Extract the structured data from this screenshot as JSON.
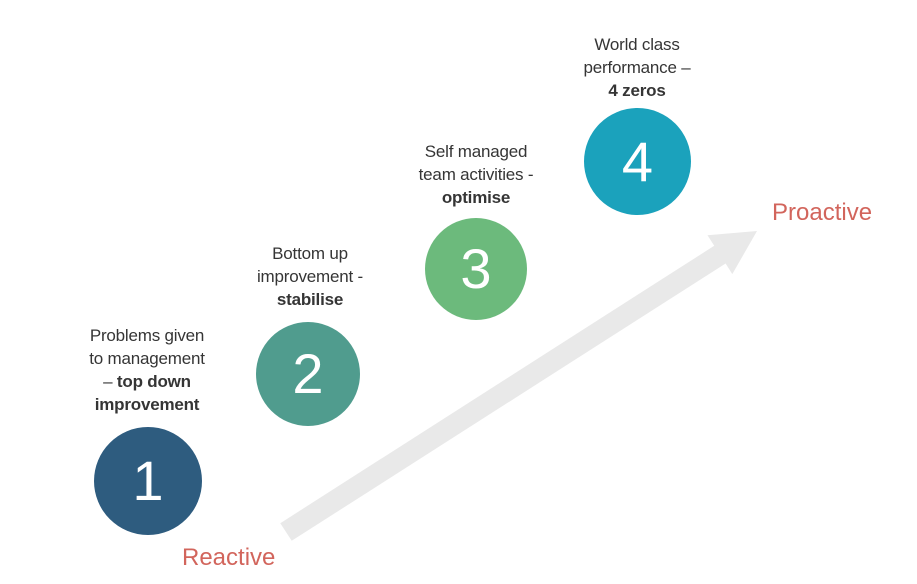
{
  "diagram": {
    "axis_labels": {
      "reactive": "Reactive",
      "proactive": "Proactive"
    },
    "colors": {
      "reactive_label": "#d2655c",
      "proactive_label": "#d2655c",
      "arrow": "#e9e9e9",
      "caption_text": "#353535",
      "digit_text": "#ffffff"
    },
    "steps": [
      {
        "number": "1",
        "color": "#2e5c7f",
        "caption": [
          [
            {
              "text": "Problems given",
              "bold": false
            }
          ],
          [
            {
              "text": "to management",
              "bold": false
            }
          ],
          [
            {
              "text": "– ",
              "bold": false
            },
            {
              "text": "top down",
              "bold": true
            }
          ],
          [
            {
              "text": "improvement",
              "bold": true
            }
          ]
        ]
      },
      {
        "number": "2",
        "color": "#509c8e",
        "caption": [
          [
            {
              "text": "Bottom up",
              "bold": false
            }
          ],
          [
            {
              "text": "improvement -",
              "bold": false
            }
          ],
          [
            {
              "text": "stabilise",
              "bold": true
            }
          ]
        ]
      },
      {
        "number": "3",
        "color": "#6cba7c",
        "caption": [
          [
            {
              "text": "Self managed",
              "bold": false
            }
          ],
          [
            {
              "text": "team activities -",
              "bold": false
            }
          ],
          [
            {
              "text": "optimise",
              "bold": true
            }
          ]
        ]
      },
      {
        "number": "4",
        "color": "#1ba2bc",
        "caption": [
          [
            {
              "text": "World class",
              "bold": false
            }
          ],
          [
            {
              "text": "performance –",
              "bold": false
            }
          ],
          [
            {
              "text": "4 zeros",
              "bold": true
            }
          ]
        ]
      }
    ]
  }
}
